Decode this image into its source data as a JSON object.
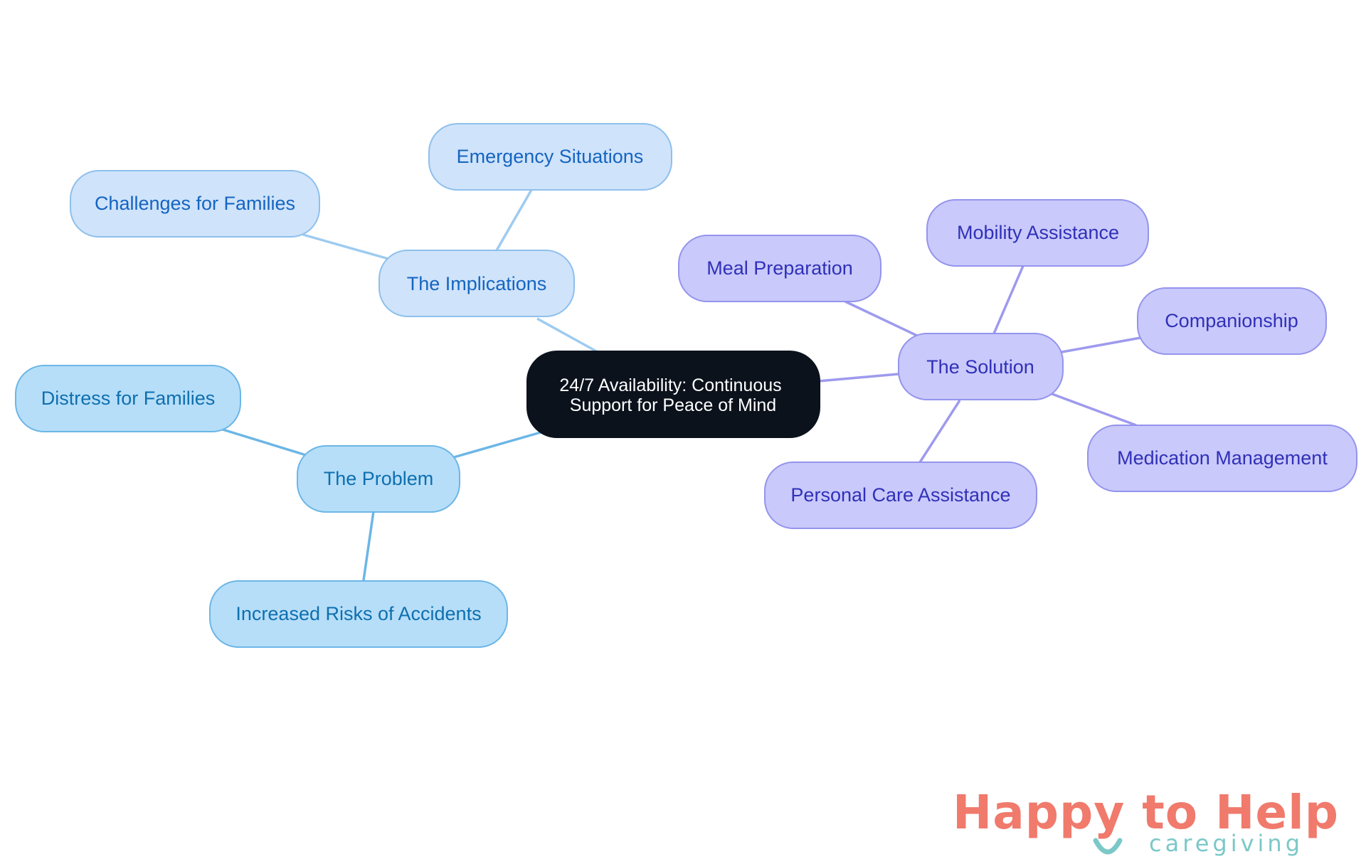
{
  "colors": {
    "root_fill": "#0b121c",
    "root_text": "#ffffff",
    "implications_fill": "#cfe3fb",
    "implications_stroke": "#8ec0ec",
    "implications_text": "#1565c0",
    "problem_fill": "#b6def9",
    "problem_stroke": "#6cb6e6",
    "problem_text": "#0f6fae",
    "solution_fill": "#c9c9fb",
    "solution_stroke": "#9494ee",
    "solution_text": "#3030b8",
    "logo_coral": "#f07a6c",
    "logo_teal": "#7cc8c8"
  },
  "mindmap": {
    "root": {
      "line1": "24/7 Availability: Continuous",
      "line2": "Support for Peace of Mind"
    },
    "implications": {
      "label": "The Implications",
      "children": [
        "Challenges for Families",
        "Emergency Situations"
      ]
    },
    "problem": {
      "label": "The Problem",
      "children": [
        "Distress for Families",
        "Increased Risks of Accidents"
      ]
    },
    "solution": {
      "label": "The Solution",
      "children": [
        "Meal Preparation",
        "Mobility Assistance",
        "Companionship",
        "Medication Management",
        "Personal Care Assistance"
      ]
    }
  },
  "logo": {
    "wordmark": "Happy to Help",
    "tagline": "caregiving",
    "smile_icon": "smile-icon"
  }
}
